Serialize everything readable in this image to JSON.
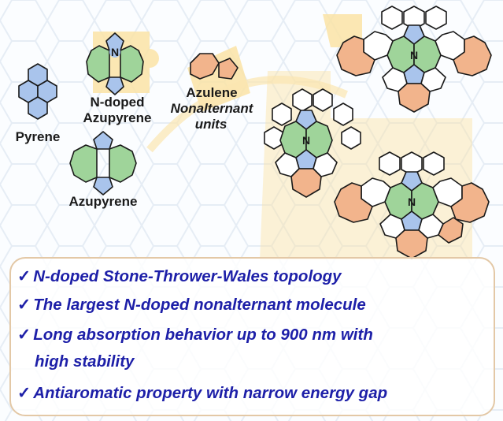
{
  "labels": {
    "pyrene": "Pyrene",
    "n_doped_line1": "N-doped",
    "n_doped_line2": "Azupyrene",
    "azulene": "Azulene",
    "nonalternant_line1": "Nonalternant",
    "nonalternant_line2": "units",
    "azupyrene": "Azupyrene",
    "nitrogen": "N"
  },
  "bullets": [
    {
      "text": "N-doped Stone-Thrower-Wales topology"
    },
    {
      "text": "The largest N-doped nonalternant molecule"
    },
    {
      "text": "Long absorption behavior up to 900 nm with",
      "continuation": "high stability"
    },
    {
      "text": "Antiaromatic property with narrow energy gap"
    }
  ],
  "check_mark": "✓",
  "colors": {
    "blue_ring": "#a9c4ec",
    "green_ring": "#9fd49a",
    "orange_ring": "#f2b48c",
    "puzzle": "#f9d98a",
    "text_blue": "#1d1fa8",
    "box_border": "#e3c8a6"
  }
}
